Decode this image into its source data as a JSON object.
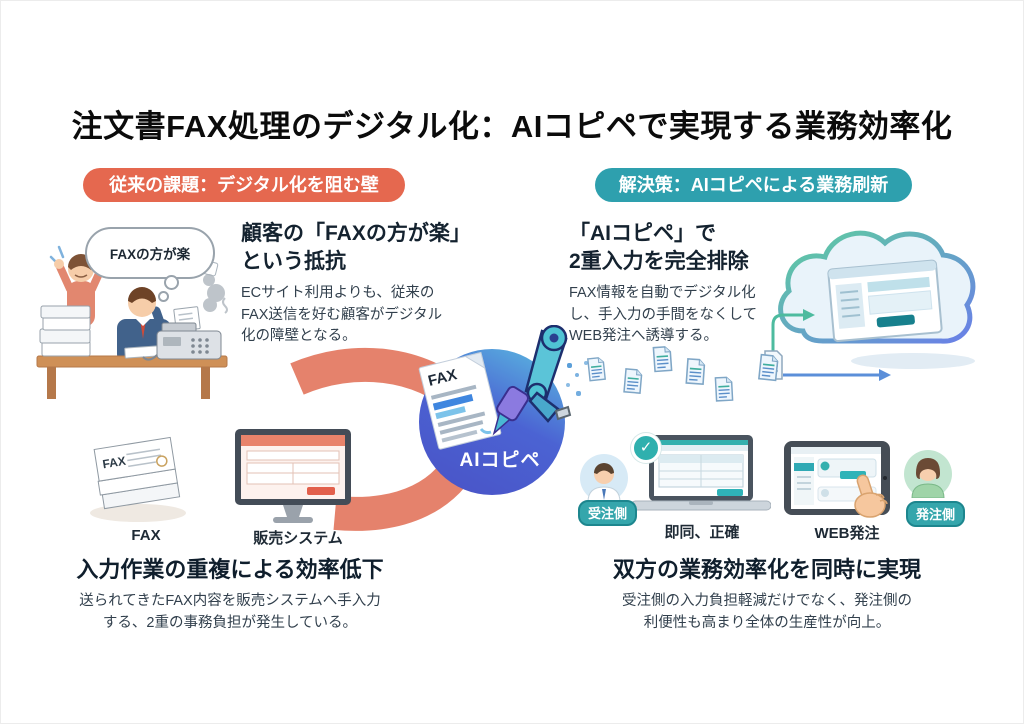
{
  "title": "注文書FAX処理のデジタル化：AIコピペで実現する業務効率化",
  "colors": {
    "problem_red": "#E5684F",
    "solution_teal": "#2EA0AE",
    "ai_circle_blue": "#4B63D3",
    "swoosh_coral": "#E5826C",
    "pill_teal": "#35A6AC"
  },
  "icons": {
    "checkmark": "✓"
  },
  "left_section": {
    "badge": "従来の課題：デジタル化を阻む壁",
    "thought_bubble": "FAXの方が楽",
    "problem1": {
      "heading": "顧客の「FAXの方が楽」\nという抵抗",
      "body": "ECサイト利用よりも、従来の\nFAX送信を好む顧客がデジタル\n化の障壁となる。"
    },
    "fax_stack_text": "FAX",
    "fax_label": "FAX",
    "system_label": "販売システム",
    "problem2": {
      "heading": "入力作業の重複による効率低下",
      "body": "送られてきたFAX内容を販売システムへ手入力\nする、2重の事務負担が発生している。"
    }
  },
  "center": {
    "ai_label": "AIコピペ",
    "fax_doc_label": "FAX"
  },
  "right_section": {
    "badge": "解決策：AIコピペによる業務刷新",
    "solution1": {
      "heading": "「AIコピペ」で\n2重入力を完全排除",
      "body": "FAX情報を自動でデジタル化\nし、手入力の手間をなくして\nWEB発注へ誘導する。"
    },
    "receiver_badge": "受注側",
    "speed_label": "即同、正確",
    "web_label": "WEB発注",
    "orderer_badge": "発注側",
    "solution2": {
      "heading": "双方の業務効率化を同時に実現",
      "body": "受注側の入力負担軽減だけでなく、発注側の\n利便性も高まり全体の生産性が向上。"
    }
  }
}
